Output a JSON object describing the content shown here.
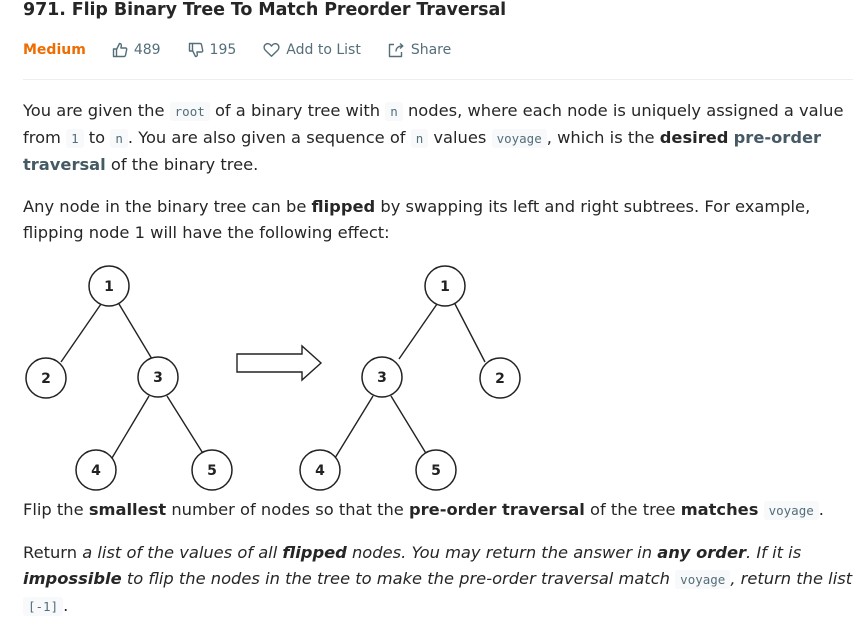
{
  "problem": {
    "title": "971. Flip Binary Tree To Match Preorder Traversal",
    "difficulty": "Medium",
    "likes": "489",
    "dislikes": "195",
    "add_to_list": "Add to List",
    "share": "Share"
  },
  "description": {
    "p1": {
      "t1": "You are given the ",
      "c1": "root",
      "t2": " of a binary tree with ",
      "c2": "n",
      "t3": " nodes, where each node is uniquely assigned a value from ",
      "c3": "1",
      "t4": " to ",
      "c4": "n",
      "t5": ". You are also given a sequence of ",
      "c5": "n",
      "t6": " values ",
      "c6": "voyage",
      "t7": ", which is the ",
      "b1": "desired",
      "t8": " ",
      "link": "pre-order traversal",
      "t9": " of the binary tree."
    },
    "p2": {
      "t1": "Any node in the binary tree can be ",
      "b1": "flipped",
      "t2": " by swapping its left and right subtrees. For example, flipping node 1 will have the following effect:"
    },
    "p3": {
      "t1": "Flip the ",
      "b1": "smallest",
      "t2": " number of nodes so that the ",
      "b2": "pre-order traversal",
      "t3": " of the tree ",
      "b3": "matches",
      "t4": " ",
      "c1": "voyage",
      "t5": "."
    },
    "p4": {
      "t1": "Return ",
      "i1": "a list of the values of all ",
      "bi1": "flipped",
      "i2": " nodes. You may return the answer in ",
      "bi2": "any order",
      "i3": ". If it is ",
      "bi3": "impossible",
      "i4": " to flip the nodes in the tree to make the pre-order traversal match ",
      "c1": "voyage",
      "i5": ", return the list ",
      "c2": "[-1]",
      "t2": "."
    }
  },
  "diagram": {
    "before": [
      "1",
      "2",
      "3",
      "4",
      "5"
    ],
    "after": [
      "1",
      "3",
      "2",
      "4",
      "5"
    ]
  }
}
